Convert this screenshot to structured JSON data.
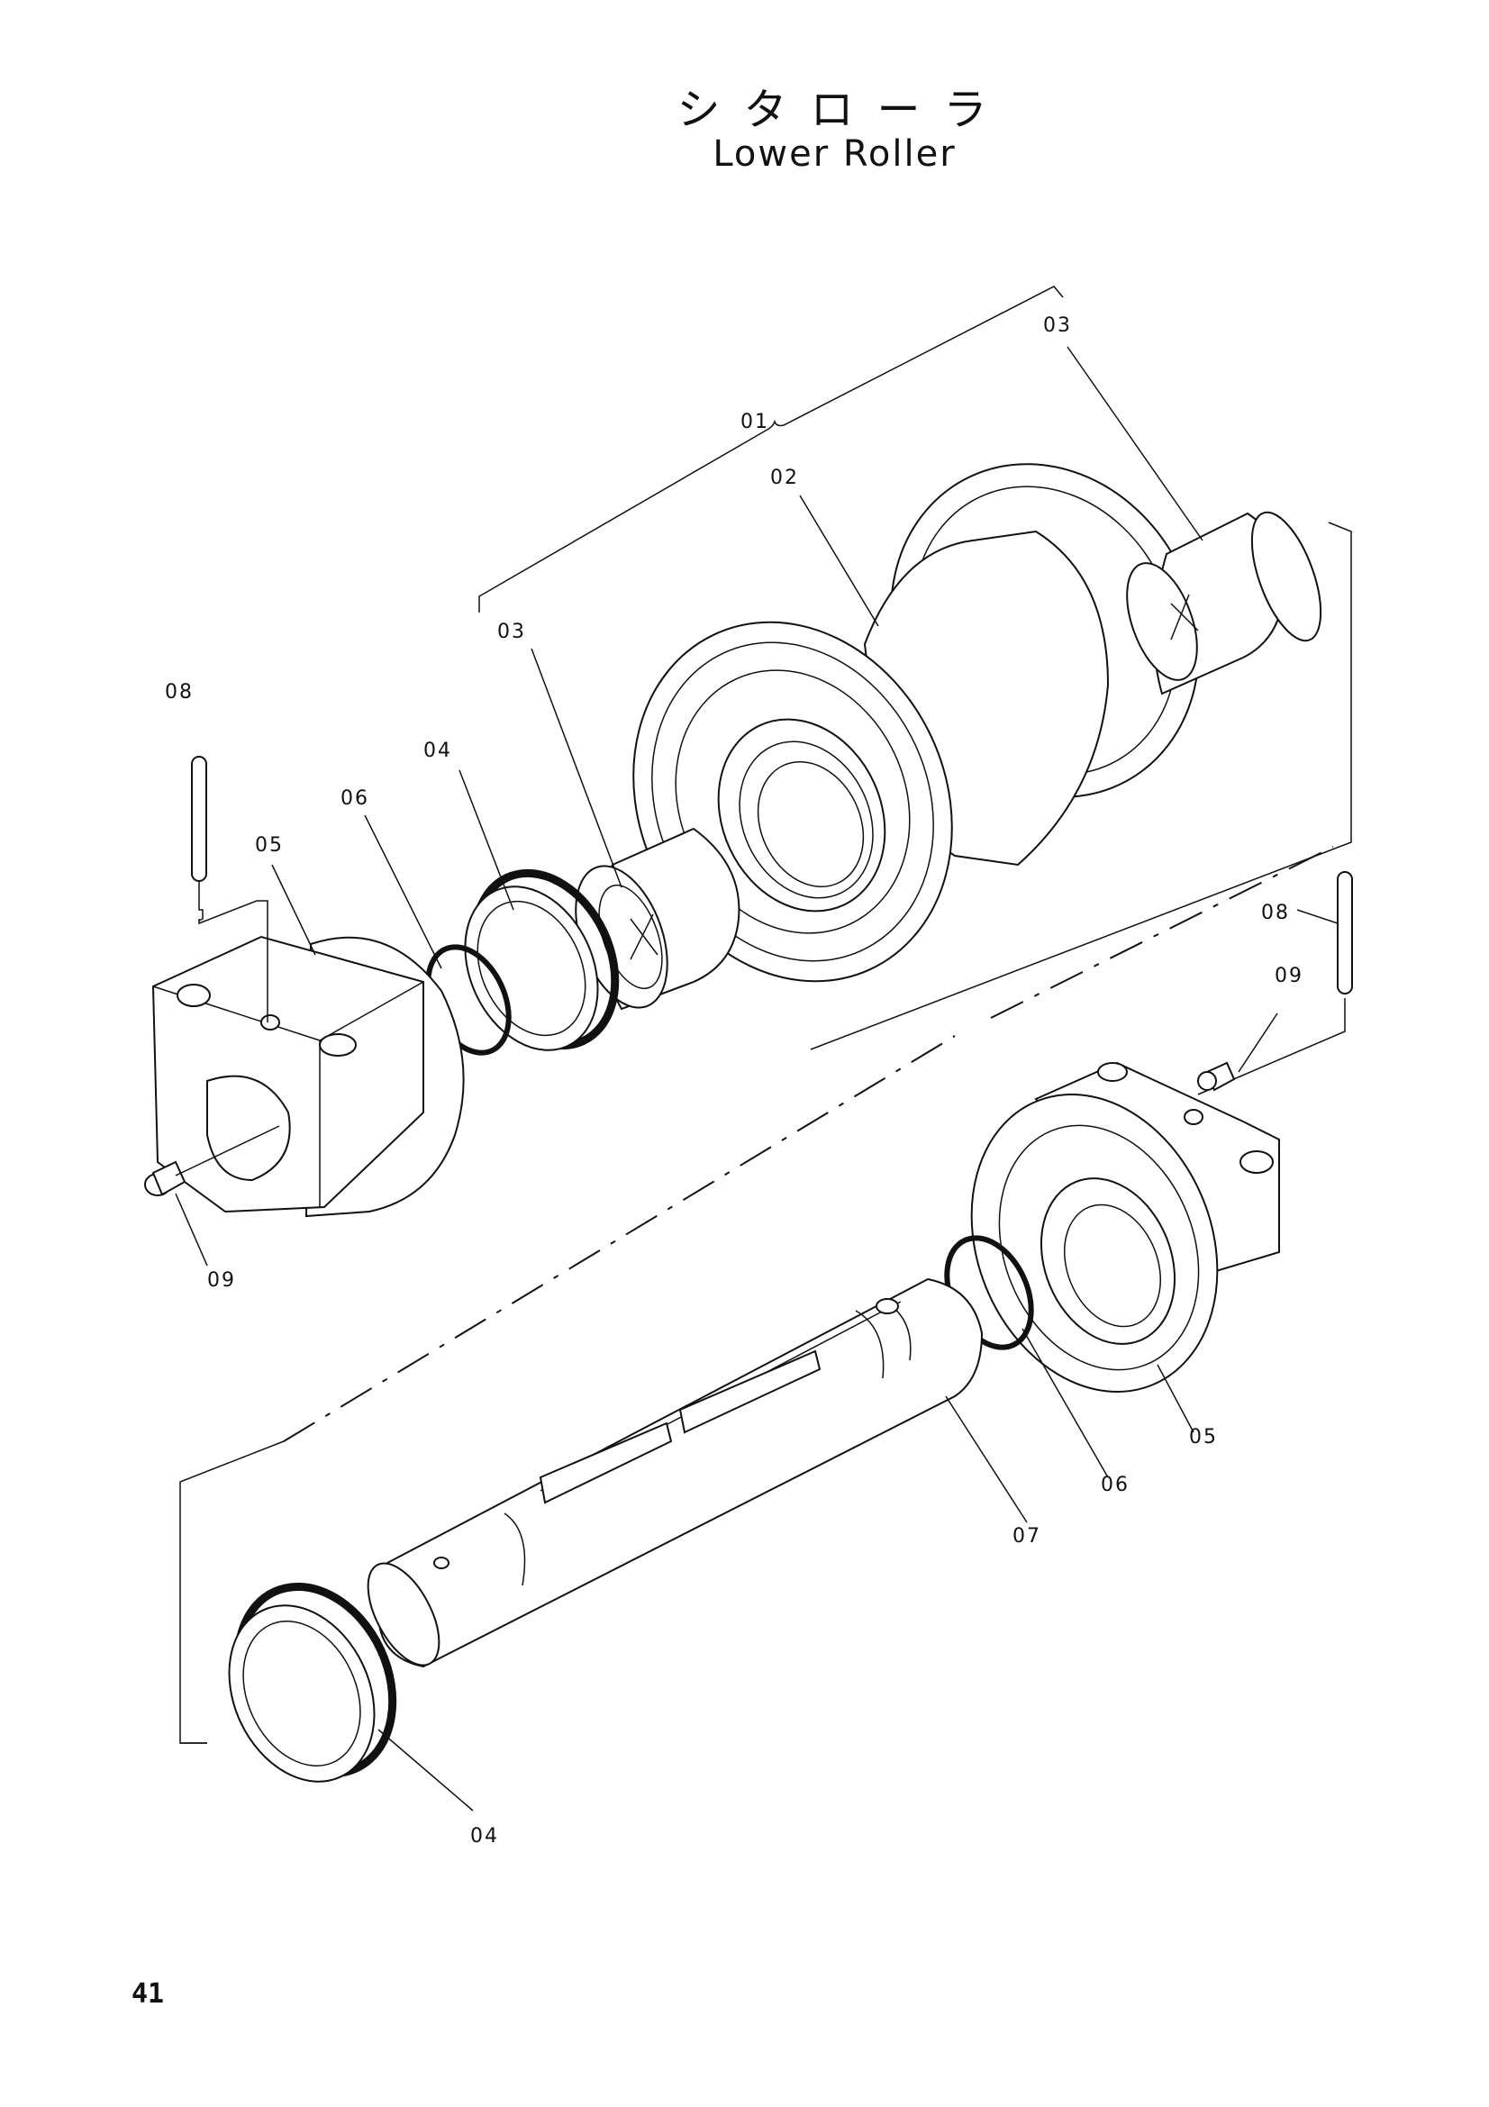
{
  "title": {
    "japanese": "シタローラ",
    "english": "Lower Roller"
  },
  "page_number": "41",
  "callouts": [
    {
      "id": "01",
      "text": "01"
    },
    {
      "id": "02",
      "text": "02"
    },
    {
      "id": "03a",
      "text": "03"
    },
    {
      "id": "03b",
      "text": "03"
    },
    {
      "id": "04a",
      "text": "04"
    },
    {
      "id": "04b",
      "text": "04"
    },
    {
      "id": "05a",
      "text": "05"
    },
    {
      "id": "05b",
      "text": "05"
    },
    {
      "id": "06a",
      "text": "06"
    },
    {
      "id": "06b",
      "text": "06"
    },
    {
      "id": "07",
      "text": "07"
    },
    {
      "id": "08a",
      "text": "08"
    },
    {
      "id": "08b",
      "text": "08"
    },
    {
      "id": "09a",
      "text": "09"
    },
    {
      "id": "09b",
      "text": "09"
    }
  ]
}
